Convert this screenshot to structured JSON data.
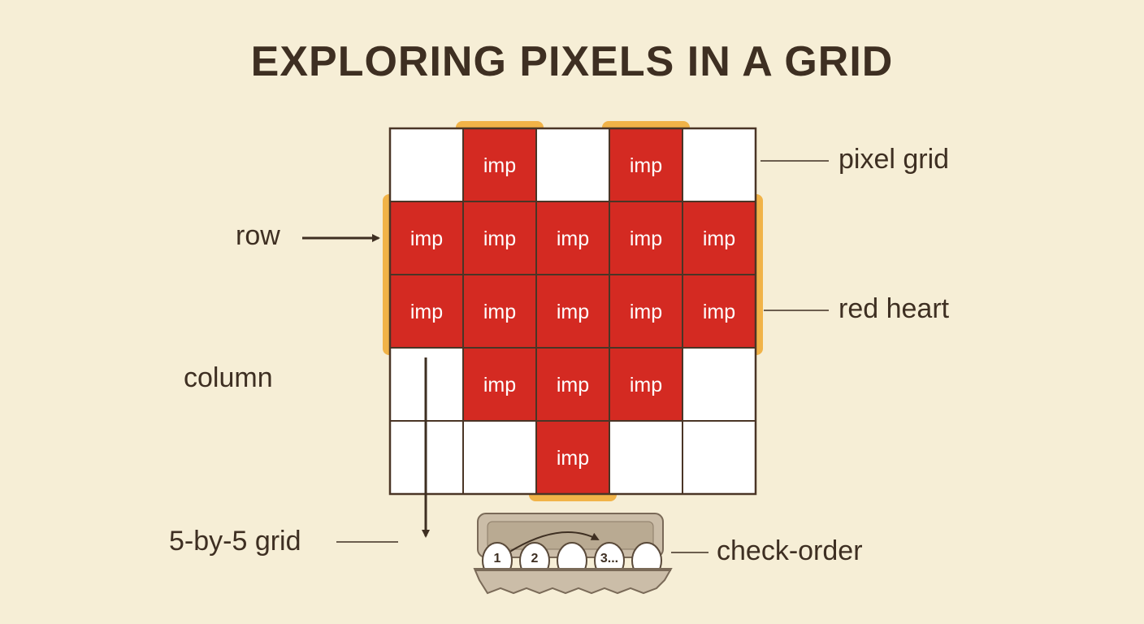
{
  "title": "EXPLORING PIXELS IN A GRID",
  "labels": {
    "pixel_grid": "pixel grid",
    "row": "row",
    "red_heart": "red heart",
    "column": "column",
    "grid_size": "5-by-5 grid",
    "check_order": "check-order"
  },
  "grid": {
    "rows": 5,
    "cols": 5,
    "cell_text": "imp",
    "filled": [
      [
        0,
        1,
        0,
        1,
        0
      ],
      [
        1,
        1,
        1,
        1,
        1
      ],
      [
        1,
        1,
        1,
        1,
        1
      ],
      [
        0,
        1,
        1,
        1,
        0
      ],
      [
        0,
        0,
        1,
        0,
        0
      ]
    ]
  },
  "egg_carton": {
    "egg_labels": [
      "1",
      "2",
      "",
      "3...",
      ""
    ]
  },
  "colors": {
    "background": "#f6eed6",
    "heart_red": "#d42a22",
    "highlight_orange": "#f1b348",
    "grid_line": "#4a3526",
    "text_dark": "#3e2f22",
    "carton": "#cbbda8"
  }
}
